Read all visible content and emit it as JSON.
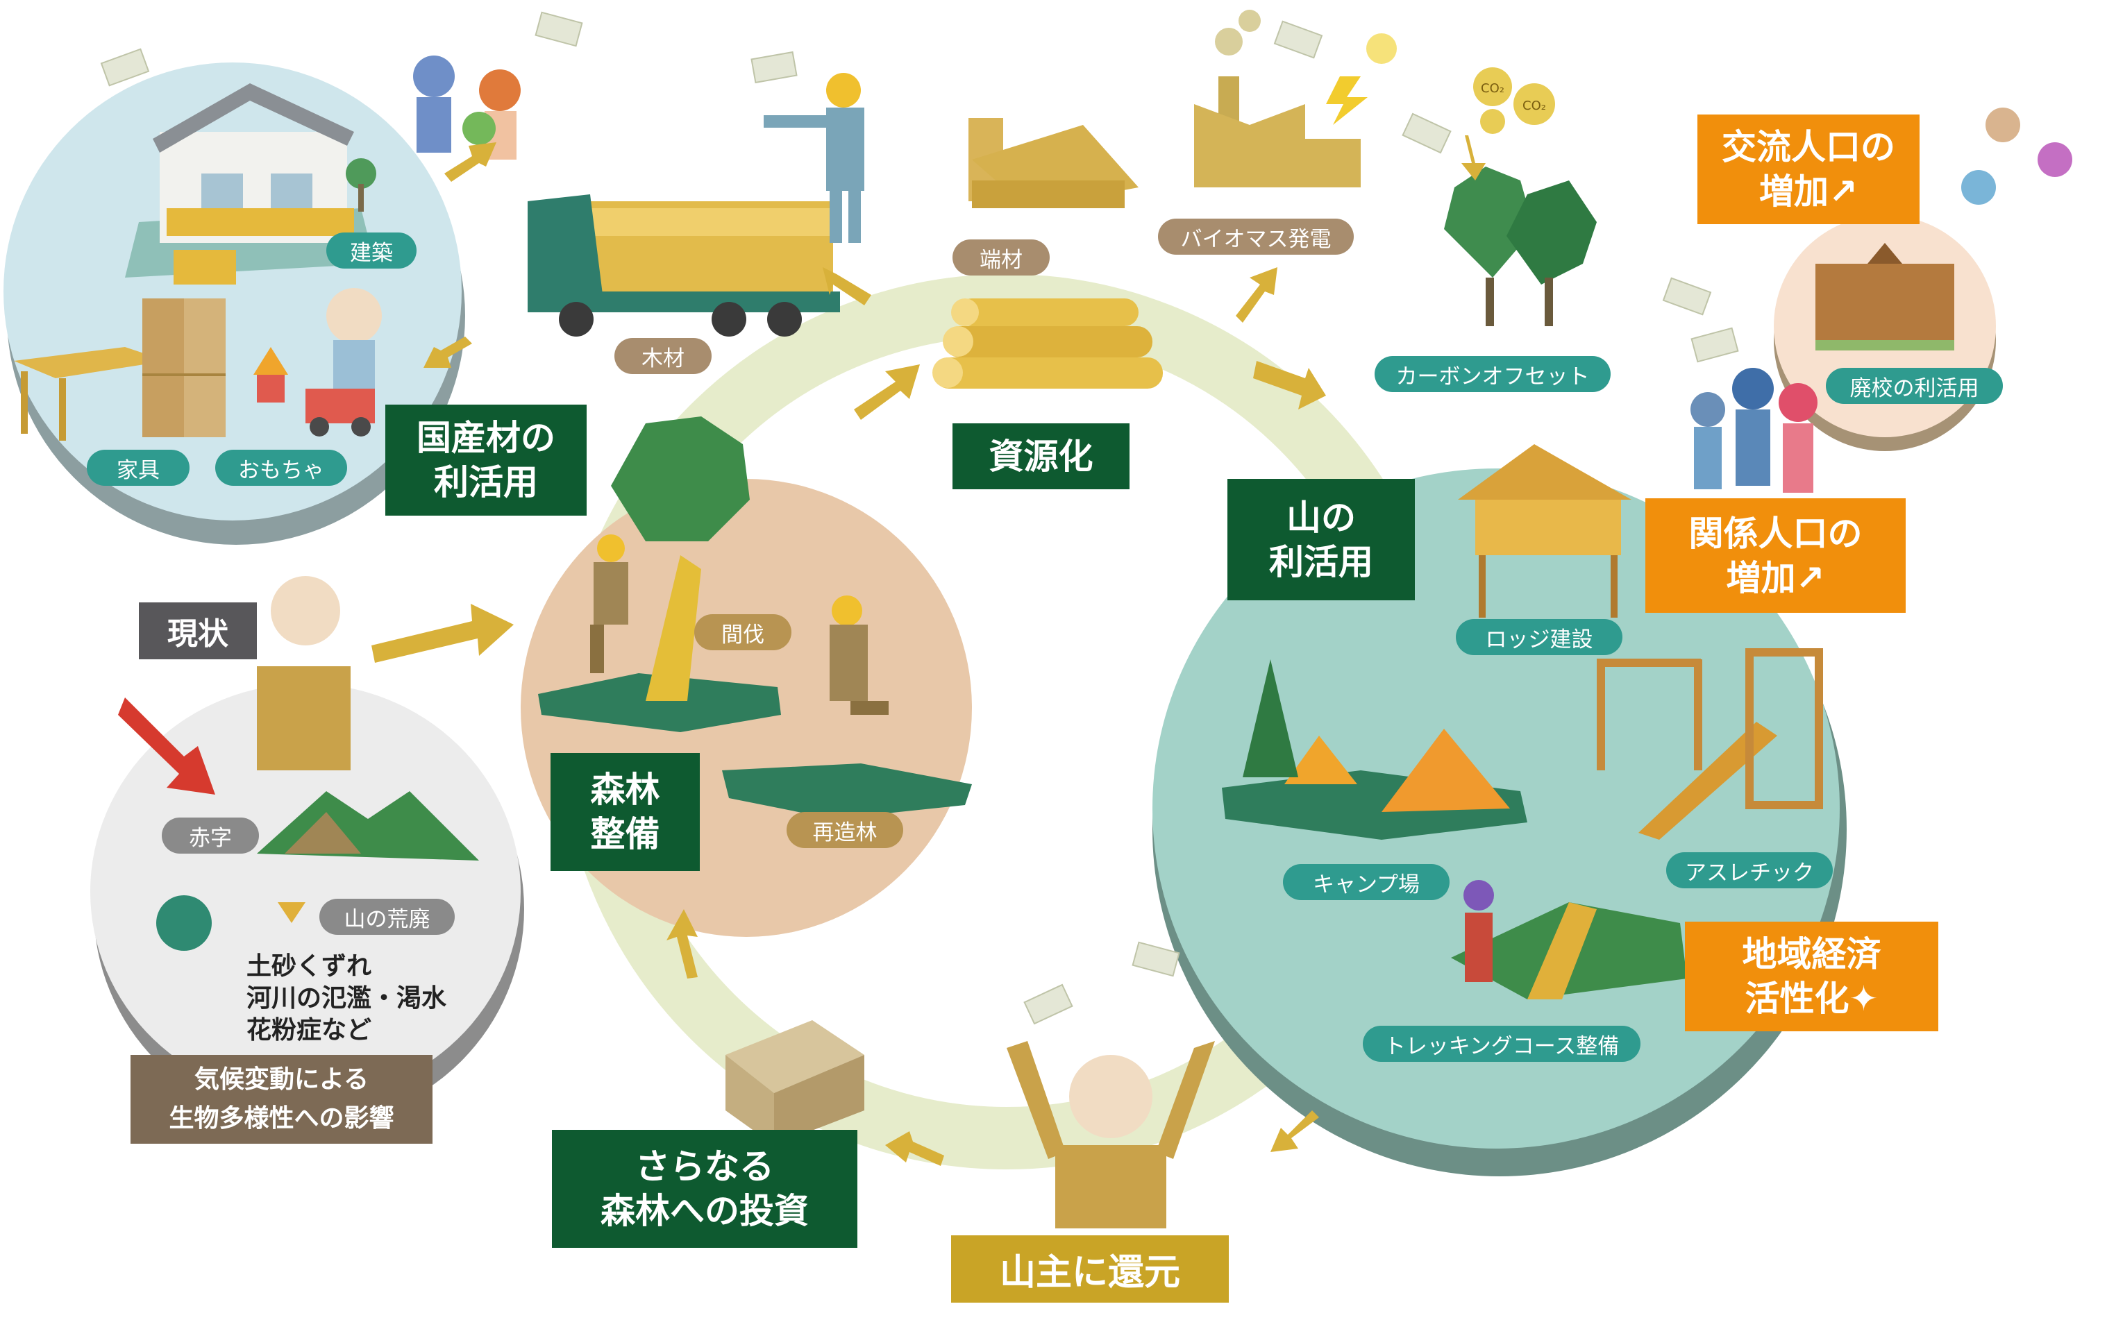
{
  "boxes": {
    "kokusanzai": "国産材の\n利活用",
    "shigenka": "資源化",
    "yama_rikatsuyo": "山の\n利活用",
    "shinrin_seibi": "森林\n整備",
    "sara_naru": "さらなる\n森林への投資",
    "yamanushi": "山主に還元",
    "genjo": "現状",
    "kiko": "気候変動による\n生物多様性への影響",
    "koryu": "交流人口の\n増加↗",
    "kankei": "関係人口の\n増加↗",
    "chiiki": "地域経済\n活性化✦"
  },
  "pills": {
    "kenchiku": "建築",
    "kagu": "家具",
    "omocha": "おもちゃ",
    "mokuzai": "木材",
    "hazai": "端材",
    "biomass": "バイオマス発電",
    "carbon": "カーボンオフセット",
    "haikou": "廃校の利活用",
    "lodge": "ロッジ建設",
    "athletic": "アスレチック",
    "camp": "キャンプ場",
    "trekking": "トレッキングコース整備",
    "kanbatsu": "間伐",
    "saizourin": "再造林",
    "akaji": "赤字",
    "yama_kouhai": "山の荒廃"
  },
  "impacts": [
    "土砂くずれ",
    "河川の氾濫・渇水",
    "花粉症など"
  ],
  "icons": {
    "co2_a": "CO₂",
    "co2_b": "CO₂"
  },
  "colors": {
    "green_box": "#0e5a30",
    "orange_box": "#f18f0c",
    "gold_box": "#c9a426",
    "teal_pill": "#2f9b8f",
    "ring": "#e6eccb",
    "arrow": "#d8b13a"
  }
}
